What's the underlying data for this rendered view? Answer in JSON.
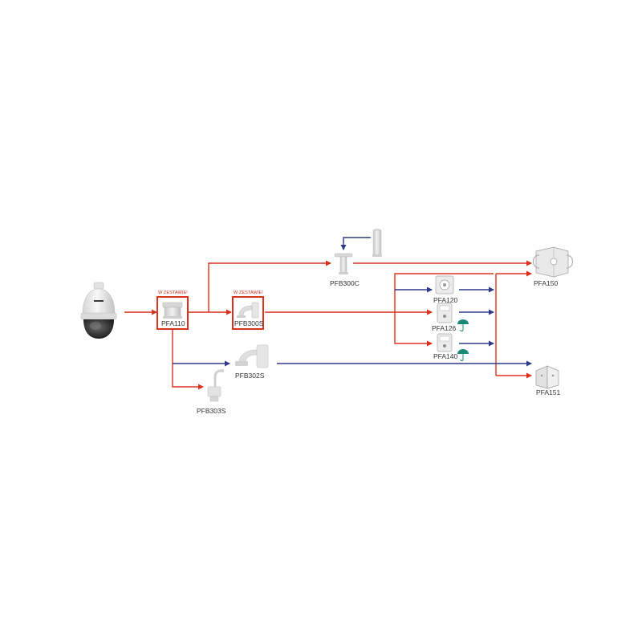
{
  "colors": {
    "red_connector": "#d9321f",
    "blue_connector": "#2e3a8c",
    "highlight_box": "#d9321f",
    "rain_icon": "#1a8a7a",
    "device_body": "#e9e9e9",
    "device_shadow": "#c9c9c9"
  },
  "camera": {
    "icon": "ptz-dome-camera-icon"
  },
  "nodes": {
    "pfa110": {
      "label": "PFA110",
      "badge": "W ZESTAWIE!",
      "icon": "adapter-icon"
    },
    "pfb300s": {
      "label": "PFB300S",
      "badge": "W ZESTAWIE!",
      "icon": "wall-bracket-icon"
    },
    "pfb300c": {
      "label": "PFB300C",
      "icon": "ceiling-mount-icon"
    },
    "pole_extension": {
      "icon": "pole-extension-icon"
    },
    "pfb302s": {
      "label": "PFB302S",
      "icon": "wall-bracket-icon"
    },
    "pfb303s": {
      "label": "PFB303S",
      "icon": "pendant-mount-icon"
    },
    "pfa120": {
      "label": "PFA120",
      "icon": "junction-box-icon"
    },
    "pfa126": {
      "label": "PFA126",
      "icon": "junction-box-icon",
      "weather_icon": "umbrella-icon"
    },
    "pfa140": {
      "label": "PFA140",
      "icon": "junction-box-icon",
      "weather_icon": "umbrella-icon"
    },
    "pfa150": {
      "label": "PFA150",
      "icon": "pole-mount-bracket-icon"
    },
    "pfa151": {
      "label": "PFA151",
      "icon": "corner-mount-bracket-icon"
    }
  }
}
